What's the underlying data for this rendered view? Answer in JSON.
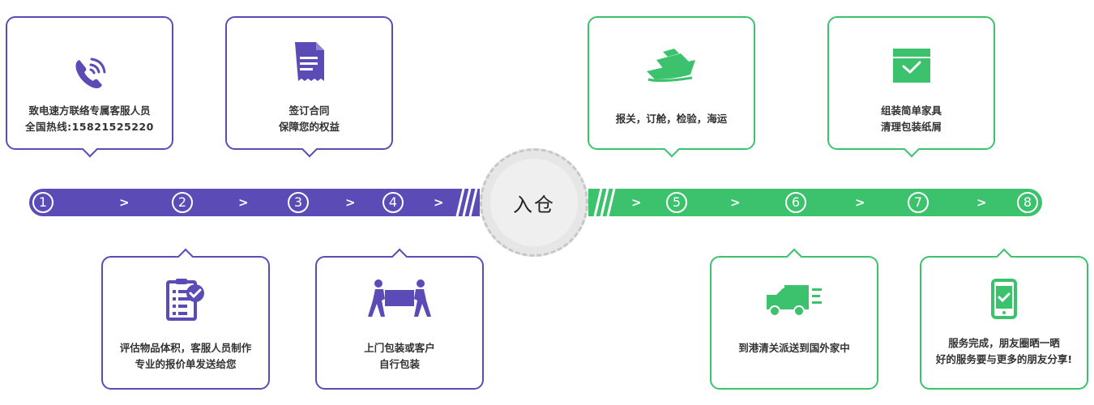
{
  "hub_label": "入仓",
  "steps": [
    "1",
    "2",
    "3",
    "4",
    "5",
    "6",
    "7",
    "8"
  ],
  "chevron": ">",
  "cards": {
    "c1": {
      "line1": "致电速方联络专属客服人员",
      "line2": "全国热线:15821525220"
    },
    "c2": {
      "line1": "评估物品体积，客服人员制作",
      "line2": "专业的报价单发送给您"
    },
    "c3": {
      "line1": "签订合同",
      "line2": "保障您的权益"
    },
    "c4": {
      "line1": "上门包装或客户",
      "line2": "自行包装"
    },
    "c5": {
      "line1": "报关，订舱，检验，海运"
    },
    "c6": {
      "line1": "到港清关派送到国外家中"
    },
    "c7": {
      "line1": "组装简单家具",
      "line2": "清理包装纸屑"
    },
    "c8": {
      "line1": "服务完成，朋友圈晒一晒",
      "line2": "好的服务要与更多的朋友分享!"
    }
  },
  "colors": {
    "purple": "#5b4bb7",
    "green": "#3cc26d",
    "hub": "#e6e6e6"
  },
  "icons": {
    "c1": "phone-icon",
    "c2": "clipboard-check-icon",
    "c3": "document-icon",
    "c4": "movers-icon",
    "c5": "ship-icon",
    "c6": "truck-icon",
    "c7": "box-icon",
    "c8": "phone-check-icon"
  }
}
